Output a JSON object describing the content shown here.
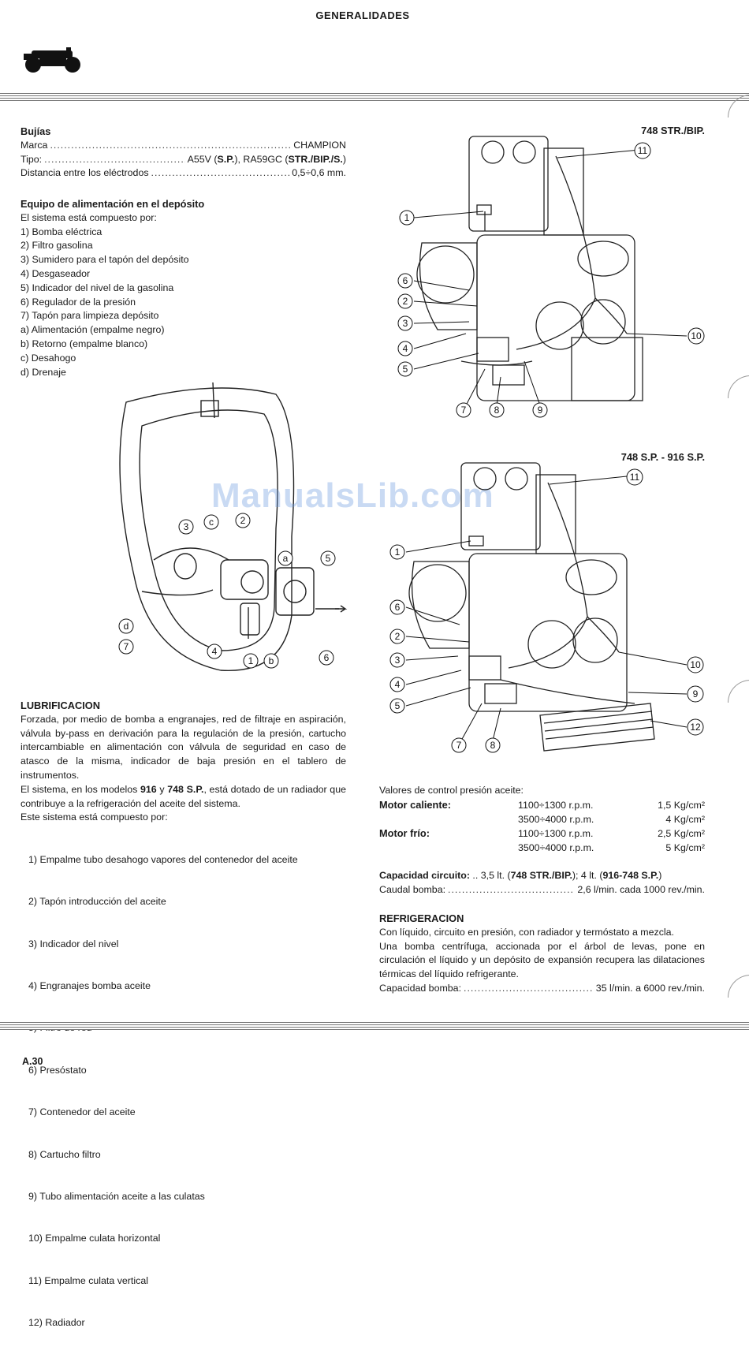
{
  "header": {
    "title": "GENERALIDADES"
  },
  "spark_plugs": {
    "heading": "Bujías",
    "rows": [
      {
        "label": "Marca",
        "value": "CHAMPION"
      },
      {
        "label": "Tipo:",
        "value_parts": [
          "A55V (",
          "S.P.",
          "), RA59GC (",
          "STR./BIP./S.",
          ")"
        ]
      },
      {
        "label": "Distancia entre los eléctrodos",
        "value": "0,5÷0,6 mm."
      }
    ]
  },
  "fuel_tank": {
    "heading": "Equipo de alimentación en el depósito",
    "intro": "El sistema está compuesto por:",
    "items": [
      "1) Bomba eléctrica",
      "2) Filtro gasolina",
      "3) Sumidero para el tapón del depósito",
      "4) Desgaseador",
      "5) Indicador del nivel de la gasolina",
      "6) Regulador de la presión",
      "7) Tapón para limpieza depósito",
      "a) Alimentación (empalme negro)",
      "b) Retorno (empalme blanco)",
      "c) Desahogo",
      "d) Drenaje"
    ]
  },
  "lubrication": {
    "heading": "LUBRIFICACION",
    "paragraph1": "Forzada, por medio de bomba a engranajes, red de filtraje en aspiración, válvula by-pass en derivación para la regulación de la presión, cartucho intercambiable en alimentación con válvula de seguridad en caso de atasco de la misma, indicador de baja presión en el tablero de instrumentos.",
    "paragraph2_a": "El sistema, en los modelos ",
    "paragraph2_b1": "916",
    "paragraph2_c": " y ",
    "paragraph2_b2": "748 S.P.",
    "paragraph2_d": ", está dotado de un radiador que contribuye a la refrigeración del aceite del sistema.",
    "intro": "Este sistema está compuesto por:",
    "items": [
      " 1) Empalme tubo desahogo vapores del contenedor del aceite",
      " 2) Tapón introducción del aceite",
      " 3) Indicador del nivel",
      " 4) Engranajes bomba aceite",
      " 5) Filtro de red",
      " 6) Presóstato",
      " 7) Contenedor del aceite",
      " 8) Cartucho filtro",
      " 9) Tubo alimentación aceite a las culatas",
      "10) Empalme culata horizontal",
      "11) Empalme culata vertical",
      "12) Radiador"
    ]
  },
  "figures": {
    "engine1_label": "748 STR./BIP.",
    "engine2_label": "748 S.P. - 916 S.P.",
    "engine1_callouts": [
      "1",
      "2",
      "3",
      "4",
      "5",
      "6",
      "7",
      "8",
      "9",
      "10",
      "11"
    ],
    "engine2_callouts": [
      "1",
      "2",
      "3",
      "4",
      "5",
      "6",
      "7",
      "8",
      "9",
      "10",
      "11",
      "12"
    ],
    "tank_callouts": [
      "1",
      "2",
      "3",
      "4",
      "5",
      "6",
      "7",
      "a",
      "b",
      "c",
      "d"
    ],
    "watermark": "ManualsLib.com"
  },
  "pressure": {
    "intro": "Valores de control presión aceite:",
    "rows": [
      {
        "label": "Motor caliente:",
        "rpm": "1100÷1300 r.p.m.",
        "value": "1,5 Kg/cm²"
      },
      {
        "label": "",
        "rpm": "3500÷4000 r.p.m.",
        "value": "4 Kg/cm²"
      },
      {
        "label": "Motor frío:",
        "rpm": "1100÷1300 r.p.m.",
        "value": "2,5 Kg/cm²"
      },
      {
        "label": "",
        "rpm": "3500÷4000 r.p.m.",
        "value": "5 Kg/cm²"
      }
    ]
  },
  "capacity": {
    "label": "Capacidad circuito:",
    "text_a": " .. 3,5 lt. (",
    "b1": "748 STR./BIP.",
    "text_b": "); 4 lt. (",
    "b2": "916-748 S.P.",
    "text_c": ")",
    "pump_label": "Caudal bomba:",
    "pump_value": "2,6 l/min. cada 1000 rev./min."
  },
  "cooling": {
    "heading": "REFRIGERACION",
    "line1": "Con líquido, circuito en presión, con radiador y termóstato a mezcla.",
    "paragraph": "Una bomba centrífuga, accionada por el árbol de levas, pone en circulación el líquido y un depósito de expansión recupera las dilataciones térmicas del líquido refrigerante.",
    "pump_label": "Capacidad bomba:",
    "pump_value": "35 l/min. a 6000 rev./min."
  },
  "footer": {
    "page_number": "A.30"
  }
}
